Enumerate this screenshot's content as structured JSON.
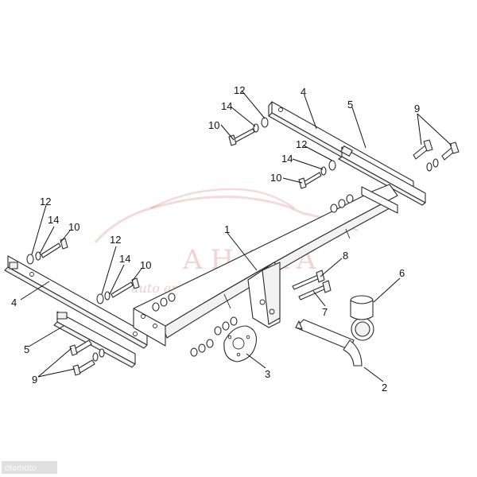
{
  "callouts": {
    "c1": "1",
    "c2": "2",
    "c3": "3",
    "c4_top": "4",
    "c4_left": "4",
    "c5_top": "5",
    "c5_left": "5",
    "c6": "6",
    "c7": "7",
    "c8": "8",
    "c9_top": "9",
    "c9_left": "9",
    "c10_a": "10",
    "c10_b": "10",
    "c10_c": "10",
    "c10_d": "10",
    "c12_a": "12",
    "c12_b": "12",
    "c12_c": "12",
    "c12_d": "12",
    "c14_a": "14",
    "c14_b": "14",
    "c14_c": "14",
    "c14_d": "14"
  },
  "watermark": {
    "brand": "AHAKA",
    "tagline": "auto and travel"
  },
  "credit": "otomoto",
  "colors": {
    "watermark": "#c23a3a",
    "line": "#2a2a2a"
  }
}
